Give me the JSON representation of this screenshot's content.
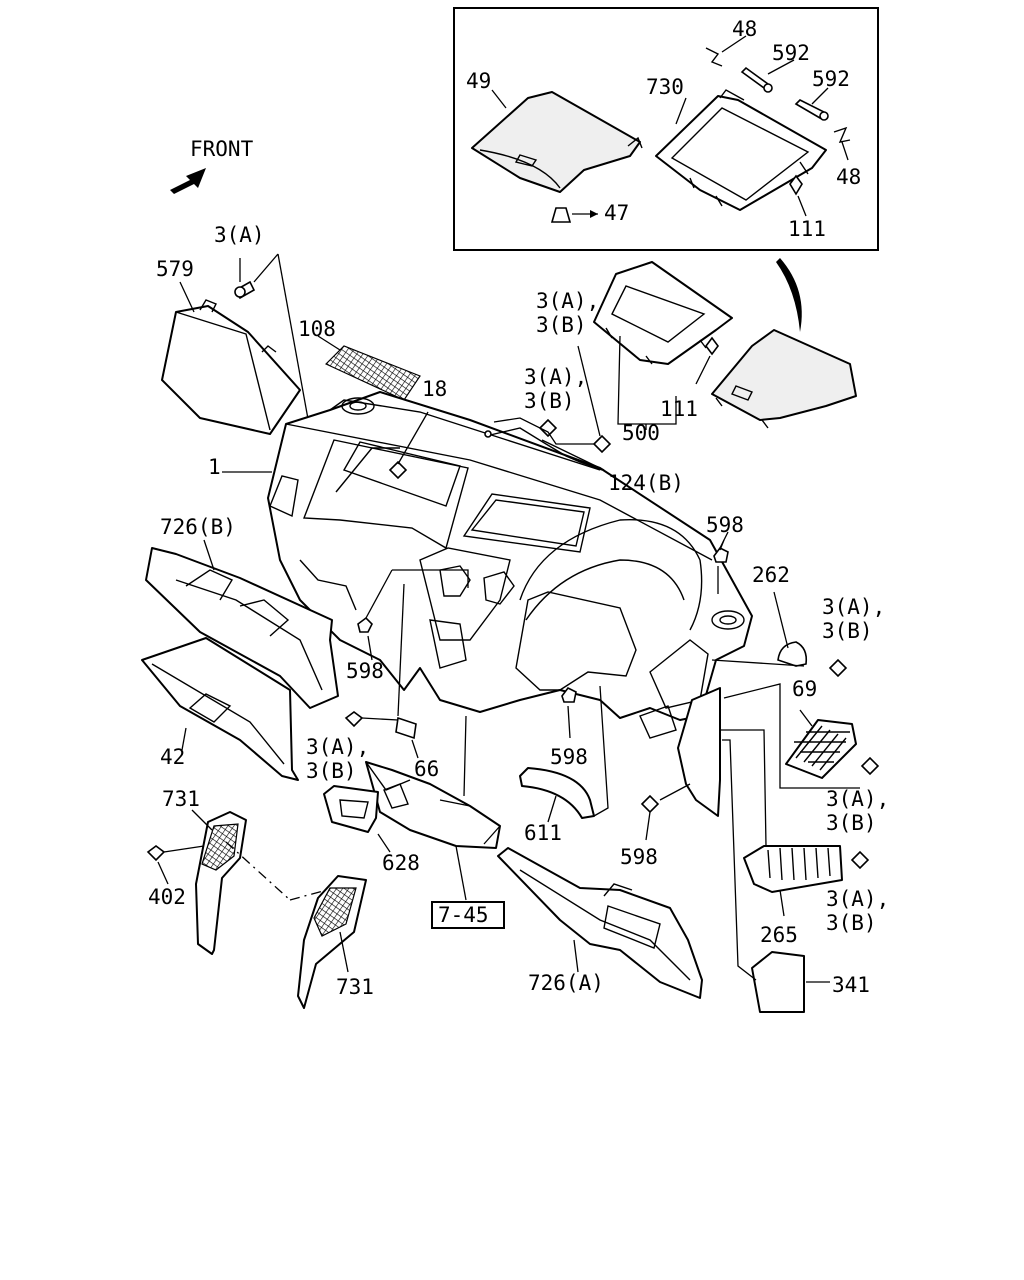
{
  "labels": {
    "front": "FRONT",
    "p48a": "48",
    "p592a": "592",
    "p592b": "592",
    "p49": "49",
    "p730": "730",
    "p48b": "48",
    "p47": "47",
    "p111a": "111",
    "p3a_top": "3(A)",
    "p579": "579",
    "p108": "108",
    "p18": "18",
    "p3ab_mid_a": "3(A),",
    "p3ab_mid_b": "3(B)",
    "p3ab_c_a": "3(A),",
    "p3ab_c_b": "3(B)",
    "p111b": "111",
    "p500": "500",
    "p124b": "124(B)",
    "p1": "1",
    "p726b": "726(B)",
    "p598a": "598",
    "p262": "262",
    "p3ab_r1_a": "3(A),",
    "p3ab_r1_b": "3(B)",
    "p69": "69",
    "p598b": "598",
    "p598c": "598",
    "p42": "42",
    "p3ab_l_a": "3(A),",
    "p3ab_l_b": "3(B)",
    "p66": "66",
    "p3ab_r2_a": "3(A),",
    "p3ab_r2_b": "3(B)",
    "p731a": "731",
    "p611": "611",
    "p598d": "598",
    "p628": "628",
    "p402": "402",
    "p745": "7-45",
    "p265": "265",
    "p3ab_r3_a": "3(A),",
    "p3ab_r3_b": "3(B)",
    "p726a": "726(A)",
    "p341": "341",
    "p731b": "731"
  },
  "icons": {
    "front_arrow": "front-arrow-icon"
  }
}
